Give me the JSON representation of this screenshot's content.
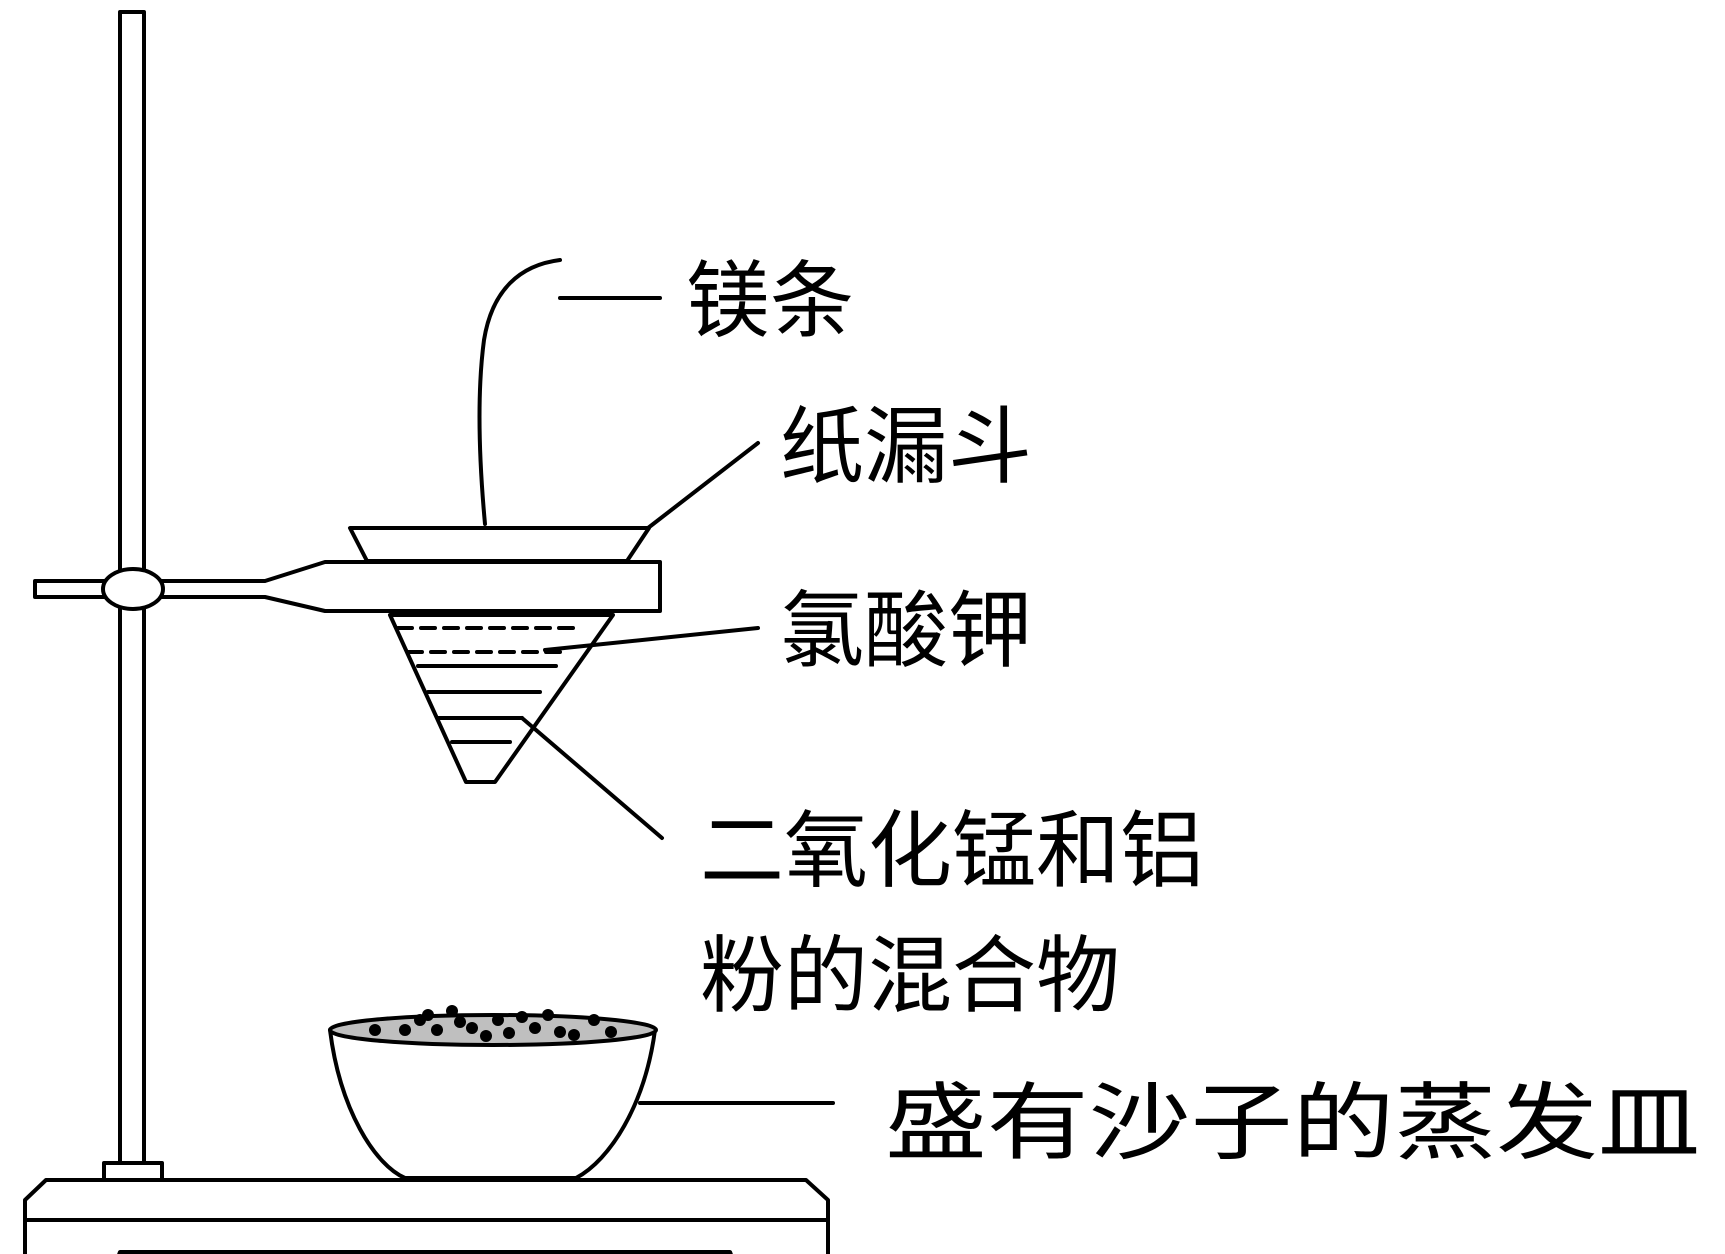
{
  "labels": {
    "magnesium_strip": "镁条",
    "paper_funnel": "纸漏斗",
    "potassium_chlorate": "氯酸钾",
    "mixture_line1": "二氧化锰和铝",
    "mixture_line2": "粉的混合物",
    "evaporating_dish": "盛有沙子的蒸发皿"
  },
  "colors": {
    "ink": "#000000",
    "sand": "#bfbfbf",
    "background": "#ffffff"
  }
}
